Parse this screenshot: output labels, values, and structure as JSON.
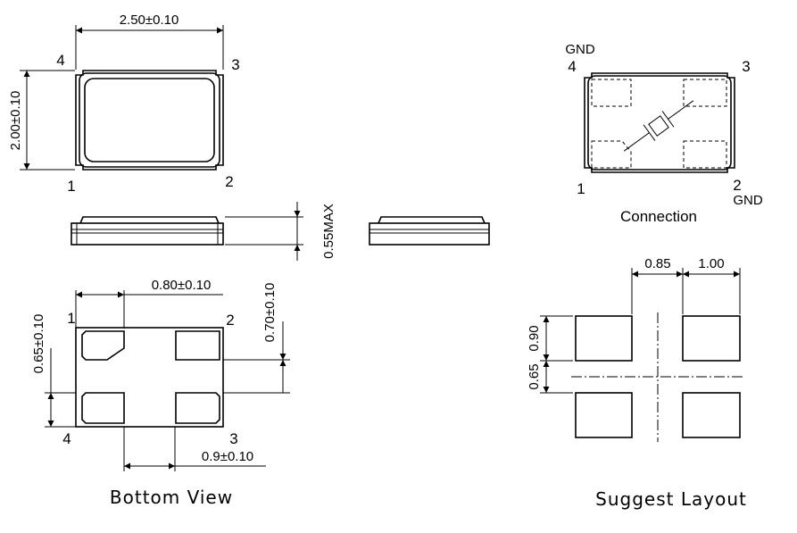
{
  "top_view": {
    "dim_width": "2.50±0.10",
    "dim_height": "2.00±0.10",
    "pins": [
      "1",
      "2",
      "3",
      "4"
    ]
  },
  "side_view": {
    "dim_height": "0.55MAX"
  },
  "bottom_view": {
    "caption": "Bottom View",
    "dim_pad_width": "0.80±0.10",
    "dim_pad_gap_v": "0.70±0.10",
    "dim_pad_height": "0.65±0.10",
    "dim_pad_gap_h": "0.9±0.10",
    "pins": [
      "1",
      "2",
      "3",
      "4"
    ]
  },
  "connection": {
    "caption": "Connection",
    "gnd_top": "GND",
    "gnd_bottom": "GND",
    "pins": [
      "1",
      "2",
      "3",
      "4"
    ]
  },
  "layout": {
    "caption": "Suggest Layout",
    "dim_gap": "0.85",
    "dim_width": "1.00",
    "dim_height": "0.90",
    "dim_spacing": "0.65"
  }
}
